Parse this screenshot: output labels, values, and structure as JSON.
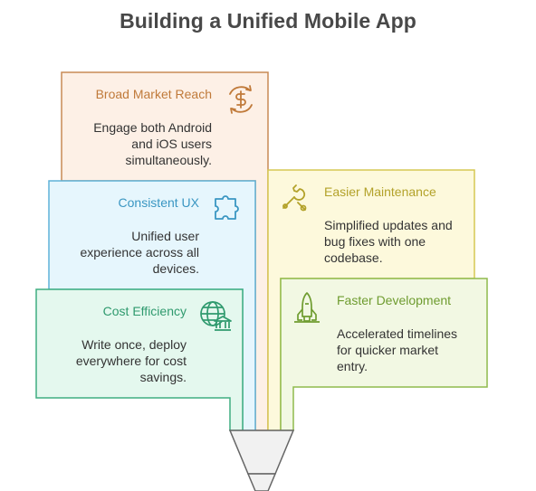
{
  "title": "Building a Unified Mobile App",
  "colors": {
    "broad_fill": "#fdf0e6",
    "broad_stroke": "#c88a55",
    "broad_text": "#c07a3a",
    "consistent_fill": "#e6f6fd",
    "consistent_stroke": "#5fb2d8",
    "consistent_text": "#3a96c2",
    "cost_fill": "#e4f8ee",
    "cost_stroke": "#3fae80",
    "cost_text": "#2f9a6e",
    "easier_fill": "#fdf9dc",
    "easier_stroke": "#d6c853",
    "easier_text": "#b3a22a",
    "faster_fill": "#f2f8e3",
    "faster_stroke": "#8fba4d",
    "faster_text": "#6f9c30",
    "body_text": "#333333",
    "funnel_stroke": "#666666",
    "funnel_fill": "#f1f1f1"
  },
  "cards": {
    "broad": {
      "title": "Broad Market Reach",
      "lines": [
        "Engage both Android",
        "and iOS users",
        "simultaneously."
      ],
      "icon": "dollar-cycle-icon"
    },
    "consistent": {
      "title": "Consistent UX",
      "lines": [
        "Unified user",
        "experience across all",
        "devices."
      ],
      "icon": "puzzle-piece-icon"
    },
    "cost": {
      "title": "Cost Efficiency",
      "lines": [
        "Write once, deploy",
        "everywhere for cost",
        "savings."
      ],
      "icon": "globe-bank-icon"
    },
    "easier": {
      "title": "Easier Maintenance",
      "lines": [
        "Simplified updates and",
        "bug fixes with one",
        "codebase."
      ],
      "icon": "wrench-tools-icon"
    },
    "faster": {
      "title": "Faster Development",
      "lines": [
        "Accelerated timelines",
        "for quicker market",
        "entry."
      ],
      "icon": "rocket-launch-icon"
    }
  }
}
